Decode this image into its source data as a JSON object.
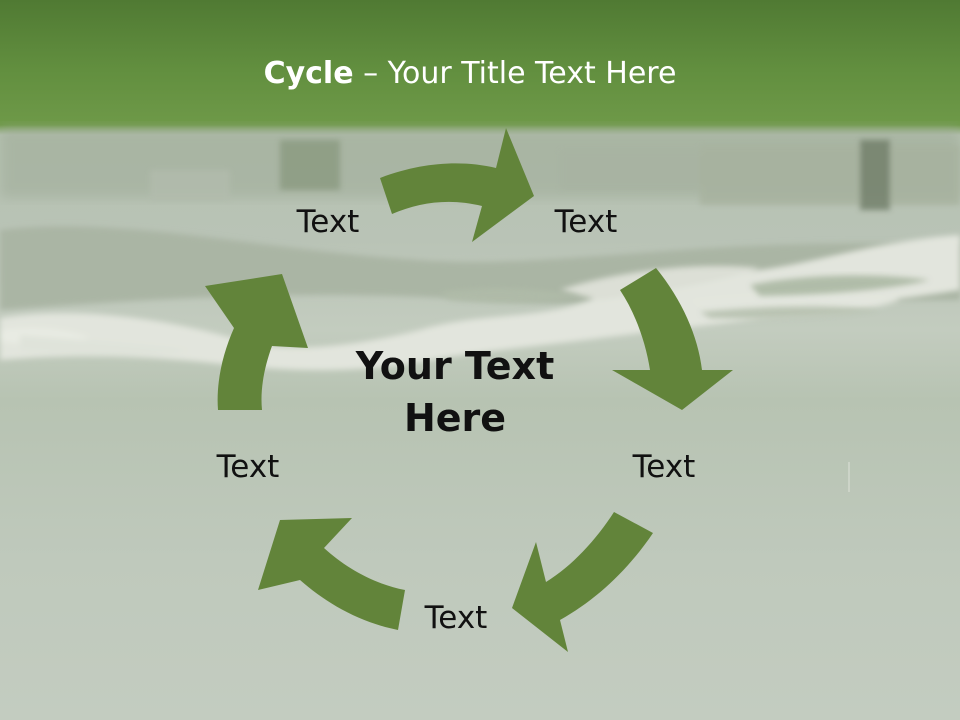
{
  "slide": {
    "title_bold": "Cycle",
    "title_rest": " – Your Title Text Here",
    "center_text": "Your Text Here",
    "nodes": [
      "Text",
      "Text",
      "Text",
      "Text",
      "Text"
    ]
  },
  "colors": {
    "arrow_fill": "#62843a",
    "header_green": "#5f8b3d",
    "title_text": "#ffffff"
  }
}
